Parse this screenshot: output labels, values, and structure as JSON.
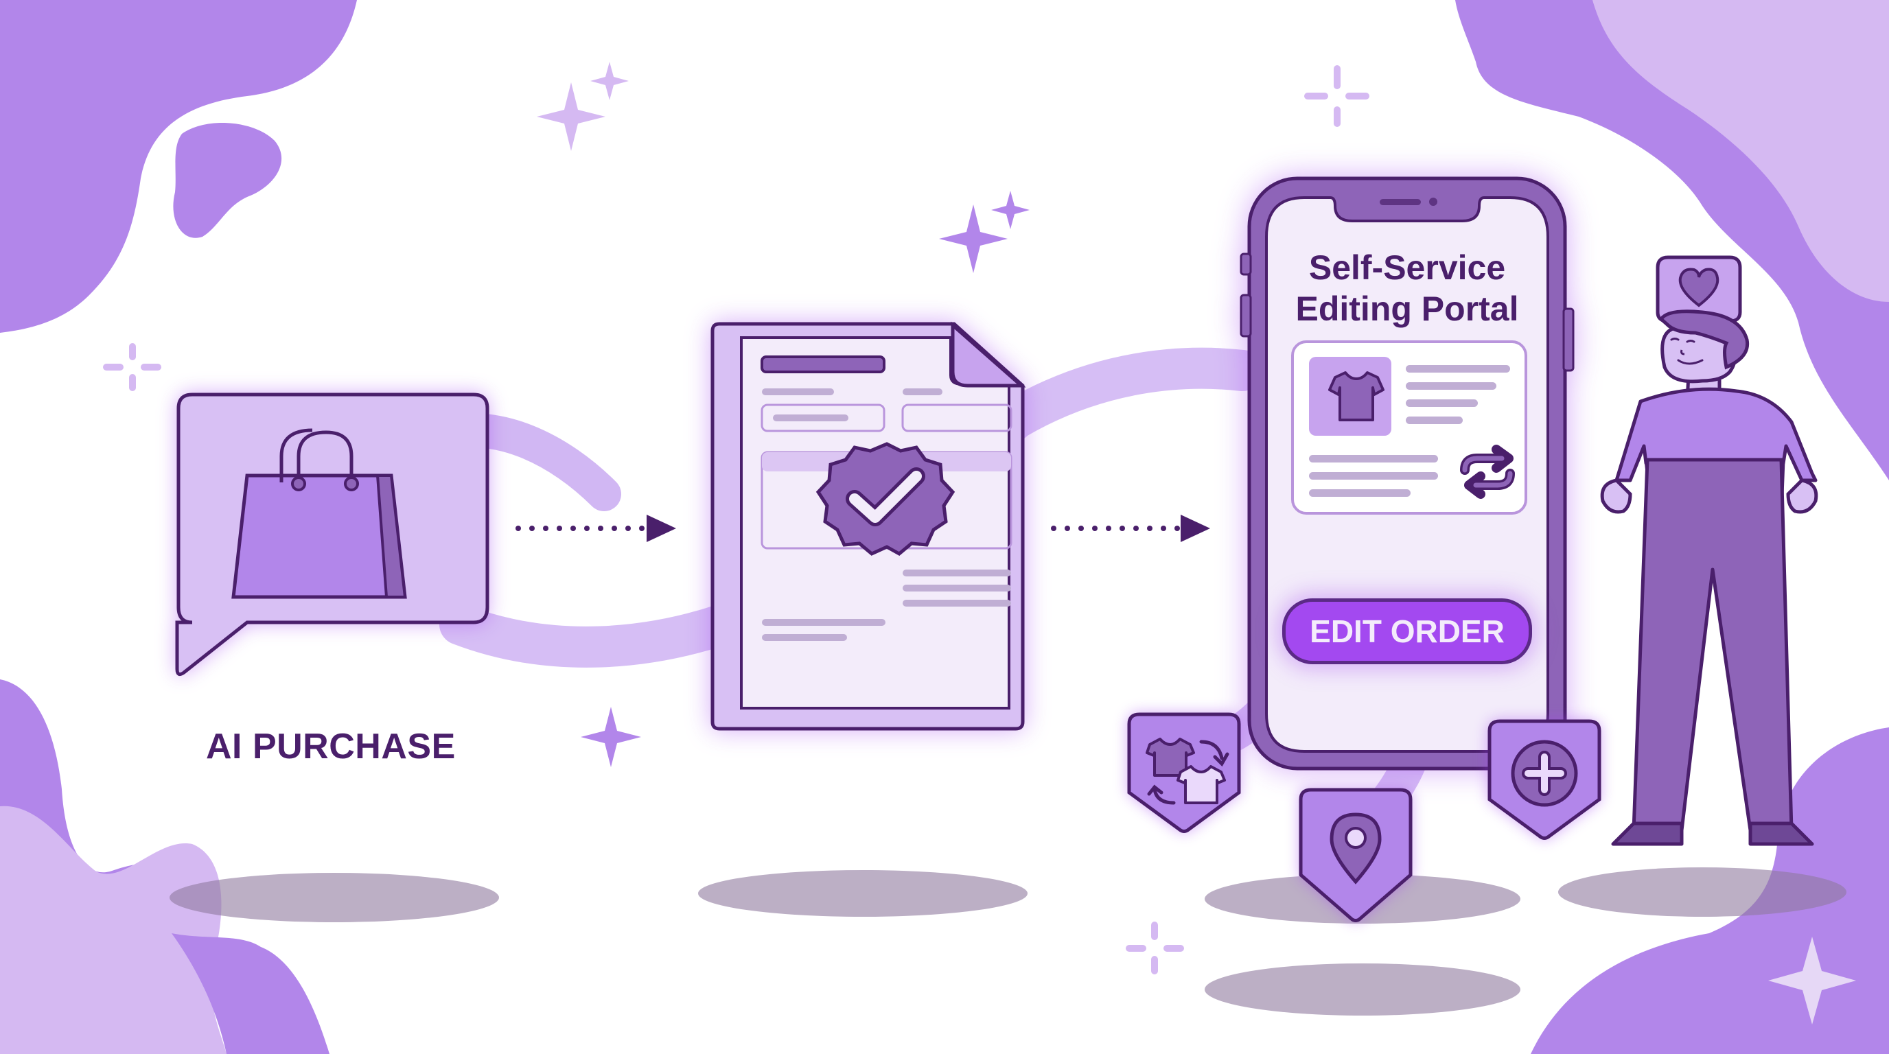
{
  "diagram": {
    "type": "process-flow-illustration",
    "colors": {
      "primary_dark": "#4a1f6b",
      "outline": "#5b2a86",
      "accent_button": "#a349f0",
      "blob_medium": "#b286ea",
      "blob_light": "#d5b9f2",
      "card_light": "#d8c0f4",
      "screen_bg": "#f3ecfa",
      "shadow": "#b4a6c0"
    },
    "steps": [
      {
        "id": "ai-purchase",
        "label": "AI PURCHASE",
        "icon": "shopping-bag-in-chat-bubble"
      },
      {
        "id": "order-verified",
        "label": "",
        "icon": "document-with-check-badge"
      },
      {
        "id": "editing-portal",
        "label": "Self-Service Editing Portal",
        "icon": "smartphone"
      }
    ],
    "arrows": [
      {
        "from": "ai-purchase",
        "to": "order-verified",
        "style": "dotted"
      },
      {
        "from": "order-verified",
        "to": "editing-portal",
        "style": "dotted"
      }
    ]
  },
  "step1": {
    "label": "AI PURCHASE"
  },
  "phone": {
    "title_line1": "Self-Service",
    "title_line2": "Editing Portal",
    "button_label": "EDIT ORDER",
    "product_icon": "t-shirt-icon",
    "swap_icon": "swap-arrows-icon"
  },
  "badges": [
    {
      "name": "exchange-item",
      "icon": "swap-shirts-icon"
    },
    {
      "name": "change-address",
      "icon": "location-pin-icon"
    },
    {
      "name": "add-item",
      "icon": "plus-circle-icon"
    }
  ],
  "customer": {
    "reaction_icon": "heart-speech-bubble-icon"
  }
}
